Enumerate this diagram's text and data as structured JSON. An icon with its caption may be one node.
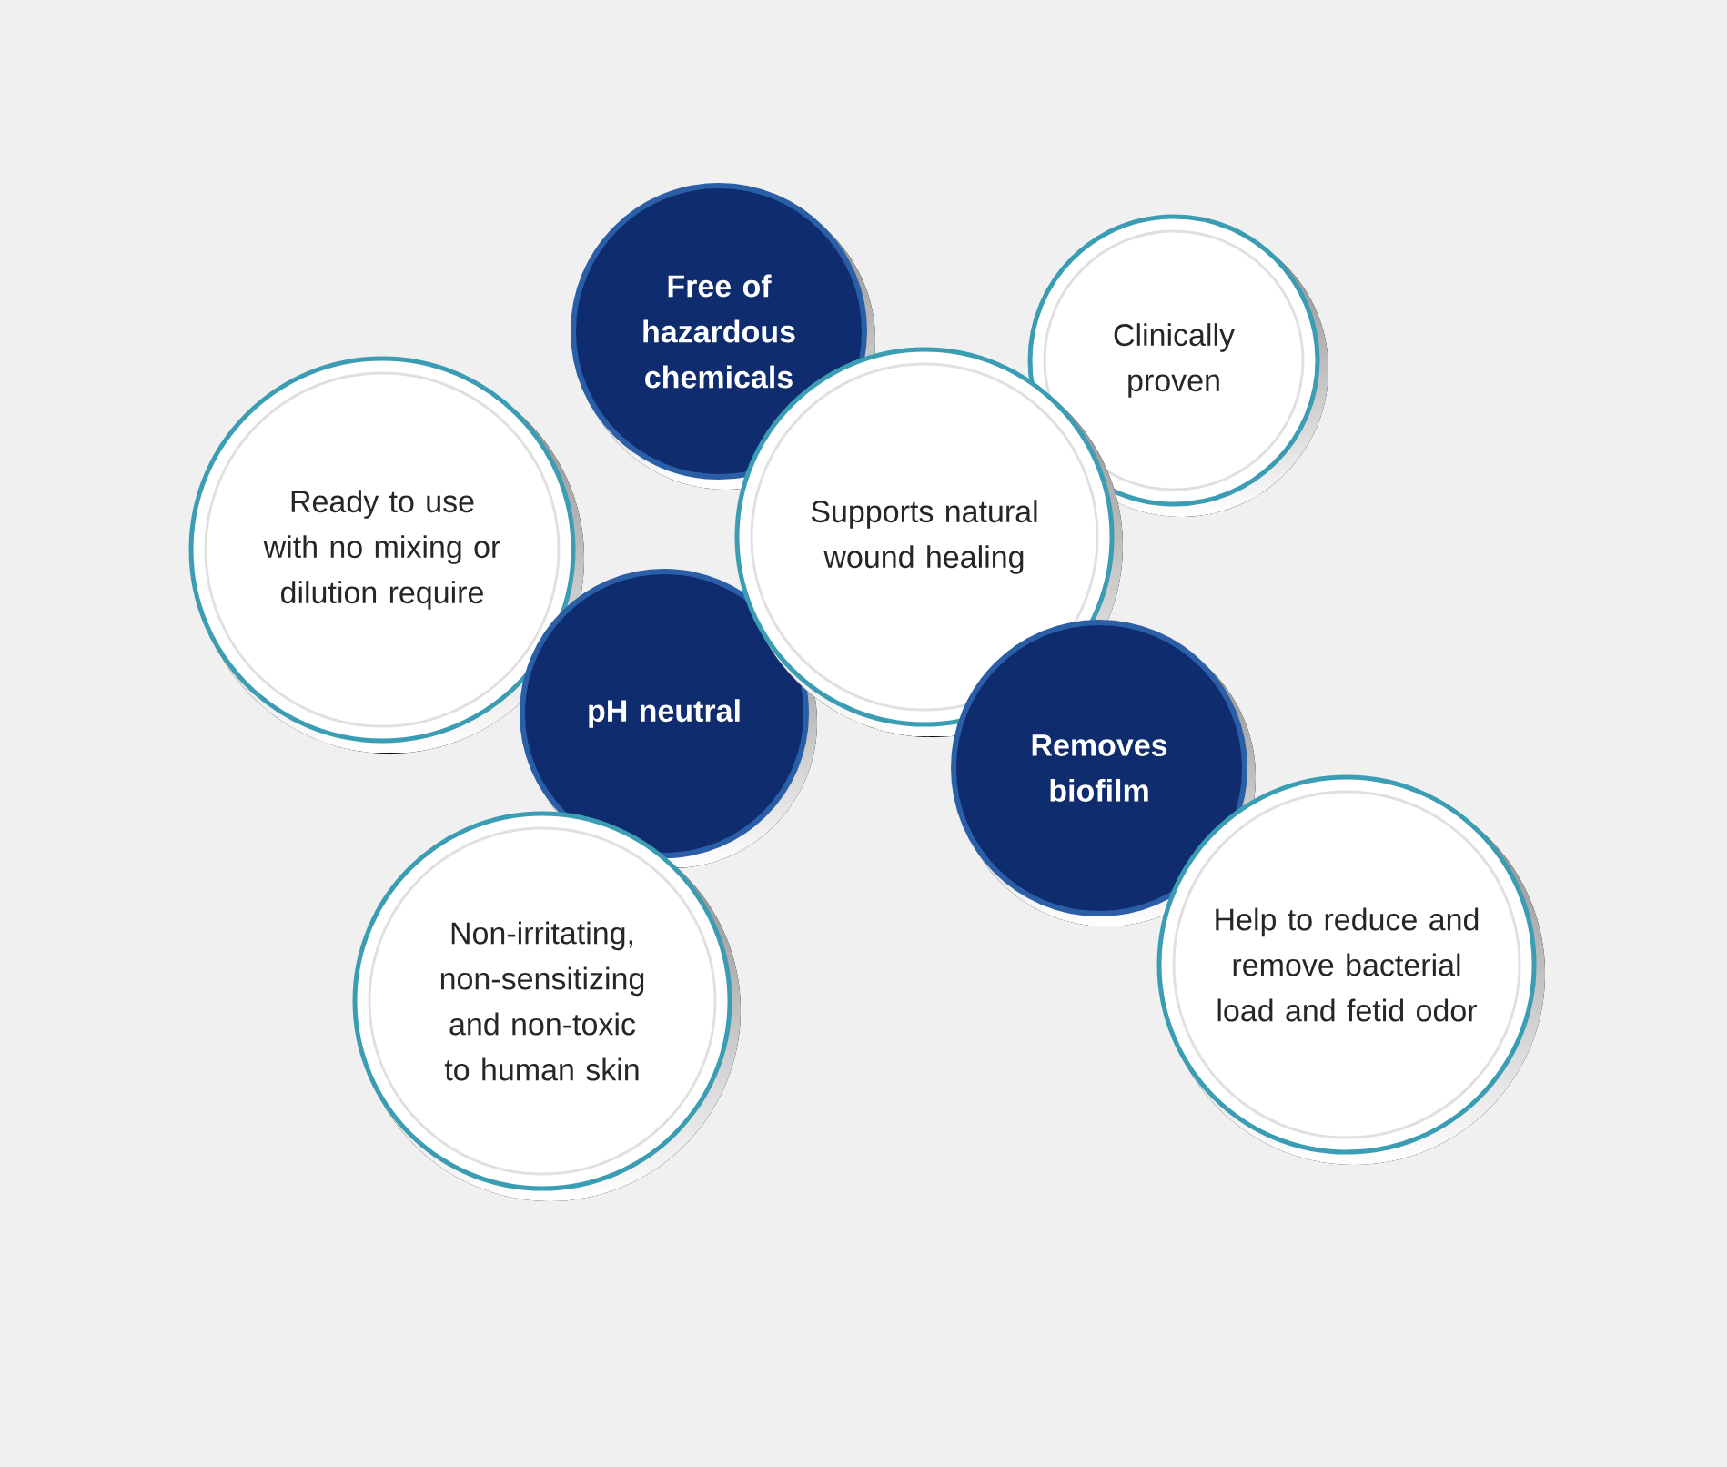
{
  "diagram": {
    "nodes": [
      {
        "text": [
          "Free of hazardous chemicals"
        ]
      },
      {
        "text": [
          "Clinically proven"
        ]
      },
      {
        "text": [
          "Ready to use with no mixing or dilution require"
        ]
      },
      {
        "text": [
          "Supports natural wound healing"
        ]
      },
      {
        "text": [
          "pH neutral"
        ]
      },
      {
        "text": [
          "Removes biofilm"
        ]
      },
      {
        "text": [
          "Help to reduce and remove bacterial load and fetid odor"
        ]
      },
      {
        "text": [
          "Non-irritating, non-sensitizing and non-toxic to human skin"
        ]
      }
    ]
  }
}
